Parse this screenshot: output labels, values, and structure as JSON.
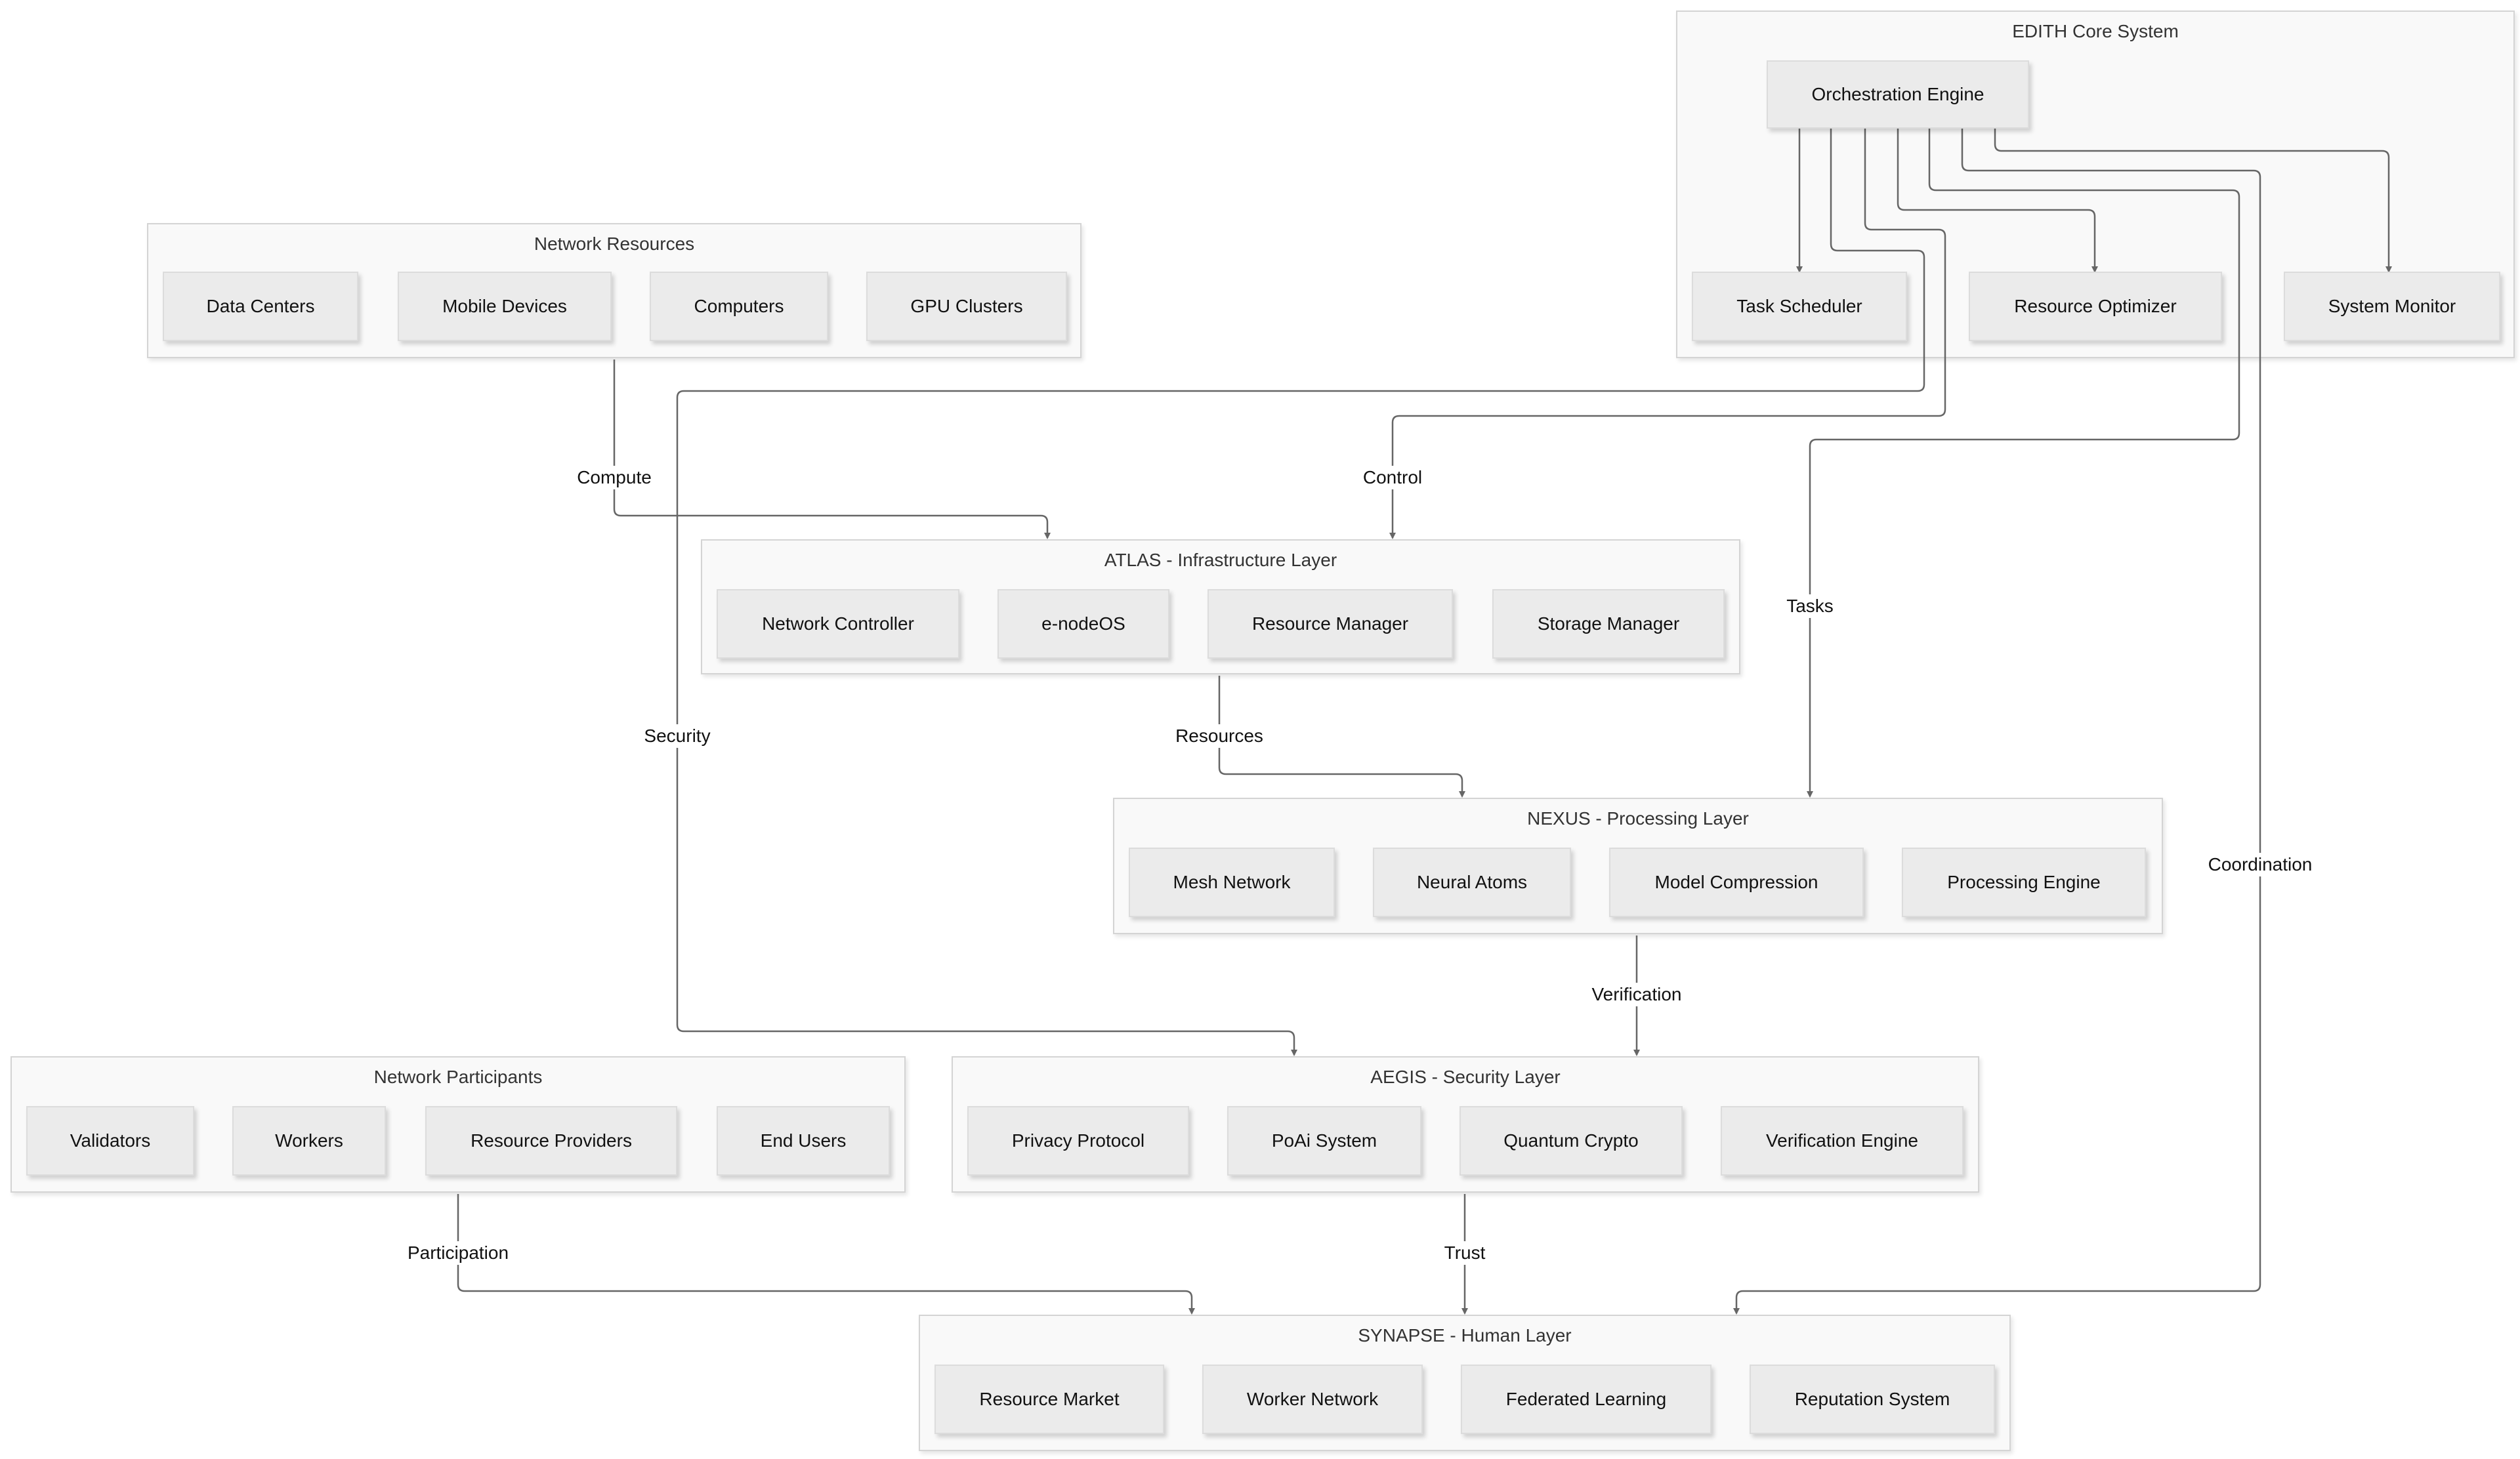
{
  "groups": {
    "edith": {
      "title": "EDITH Core System"
    },
    "network_resources": {
      "title": "Network Resources"
    },
    "atlas": {
      "title": "ATLAS - Infrastructure Layer"
    },
    "nexus": {
      "title": "NEXUS - Processing Layer"
    },
    "participants": {
      "title": "Network Participants"
    },
    "aegis": {
      "title": "AEGIS - Security Layer"
    },
    "synapse": {
      "title": "SYNAPSE - Human Layer"
    }
  },
  "nodes": {
    "orchestration_engine": "Orchestration Engine",
    "task_scheduler": "Task Scheduler",
    "resource_optimizer": "Resource Optimizer",
    "system_monitor": "System Monitor",
    "data_centers": "Data Centers",
    "mobile_devices": "Mobile Devices",
    "computers": "Computers",
    "gpu_clusters": "GPU Clusters",
    "network_controller": "Network Controller",
    "e_nodeos": "e-nodeOS",
    "resource_manager": "Resource Manager",
    "storage_manager": "Storage Manager",
    "mesh_network": "Mesh Network",
    "neural_atoms": "Neural Atoms",
    "model_compression": "Model Compression",
    "processing_engine": "Processing Engine",
    "validators": "Validators",
    "workers": "Workers",
    "resource_providers": "Resource Providers",
    "end_users": "End Users",
    "privacy_protocol": "Privacy Protocol",
    "poai_system": "PoAi System",
    "quantum_crypto": "Quantum Crypto",
    "verification_engine": "Verification Engine",
    "resource_market": "Resource Market",
    "worker_network": "Worker Network",
    "federated_learning": "Federated Learning",
    "reputation_system": "Reputation System"
  },
  "edge_labels": {
    "compute": "Compute",
    "control": "Control",
    "tasks": "Tasks",
    "security": "Security",
    "resources": "Resources",
    "coordination": "Coordination",
    "verification": "Verification",
    "participation": "Participation",
    "trust": "Trust"
  },
  "colors": {
    "edge": "#666666",
    "group_bg": "#f9f9f9",
    "node_bg": "#ebebeb"
  }
}
